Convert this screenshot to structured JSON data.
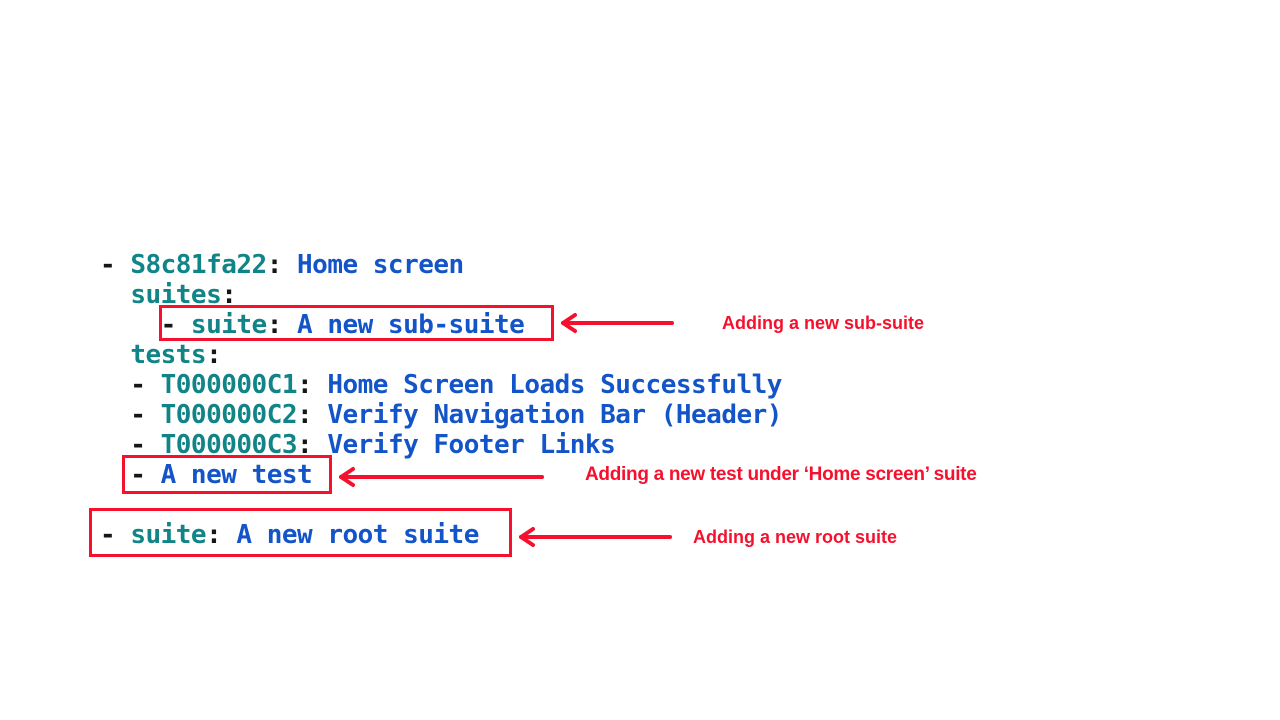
{
  "figure": {
    "background": "#ffffff"
  },
  "colors": {
    "key": "#108486",
    "value": "#1355C8",
    "punct": "#161616",
    "accent_red": "#F5112D"
  },
  "code": {
    "lines": [
      {
        "tokens": [
          {
            "t": "- ",
            "c": "punct"
          },
          {
            "t": "S8c81fa22",
            "c": "key"
          },
          {
            "t": ": ",
            "c": "punct"
          },
          {
            "t": "Home screen",
            "c": "value"
          }
        ]
      },
      {
        "tokens": [
          {
            "t": "  ",
            "c": "punct"
          },
          {
            "t": "suites",
            "c": "key"
          },
          {
            "t": ":",
            "c": "punct"
          }
        ]
      },
      {
        "tokens": [
          {
            "t": "    - ",
            "c": "punct"
          },
          {
            "t": "suite",
            "c": "key"
          },
          {
            "t": ": ",
            "c": "punct"
          },
          {
            "t": "A new sub-suite",
            "c": "value"
          }
        ]
      },
      {
        "tokens": [
          {
            "t": "  ",
            "c": "punct"
          },
          {
            "t": "tests",
            "c": "key"
          },
          {
            "t": ":",
            "c": "punct"
          }
        ]
      },
      {
        "tokens": [
          {
            "t": "  - ",
            "c": "punct"
          },
          {
            "t": "T000000C1",
            "c": "key"
          },
          {
            "t": ": ",
            "c": "punct"
          },
          {
            "t": "Home Screen Loads Successfully",
            "c": "value"
          }
        ]
      },
      {
        "tokens": [
          {
            "t": "  - ",
            "c": "punct"
          },
          {
            "t": "T000000C2",
            "c": "key"
          },
          {
            "t": ": ",
            "c": "punct"
          },
          {
            "t": "Verify Navigation Bar (Header)",
            "c": "value"
          }
        ]
      },
      {
        "tokens": [
          {
            "t": "  - ",
            "c": "punct"
          },
          {
            "t": "T000000C3",
            "c": "key"
          },
          {
            "t": ": ",
            "c": "punct"
          },
          {
            "t": "Verify Footer Links",
            "c": "value"
          }
        ]
      },
      {
        "tokens": [
          {
            "t": "  - ",
            "c": "punct"
          },
          {
            "t": "A new test",
            "c": "value"
          }
        ]
      },
      {
        "tokens": []
      },
      {
        "tokens": [
          {
            "t": "- ",
            "c": "punct"
          },
          {
            "t": "suite",
            "c": "key"
          },
          {
            "t": ": ",
            "c": "punct"
          },
          {
            "t": "A new root suite",
            "c": "value"
          }
        ]
      }
    ]
  },
  "annotations": [
    {
      "label": "Adding a new sub-suite"
    },
    {
      "label": "Adding a new test under ‘Home screen’ suite"
    },
    {
      "label": "Adding a new root suite"
    }
  ],
  "icons": {
    "arrow": "left-arrow-icon"
  }
}
